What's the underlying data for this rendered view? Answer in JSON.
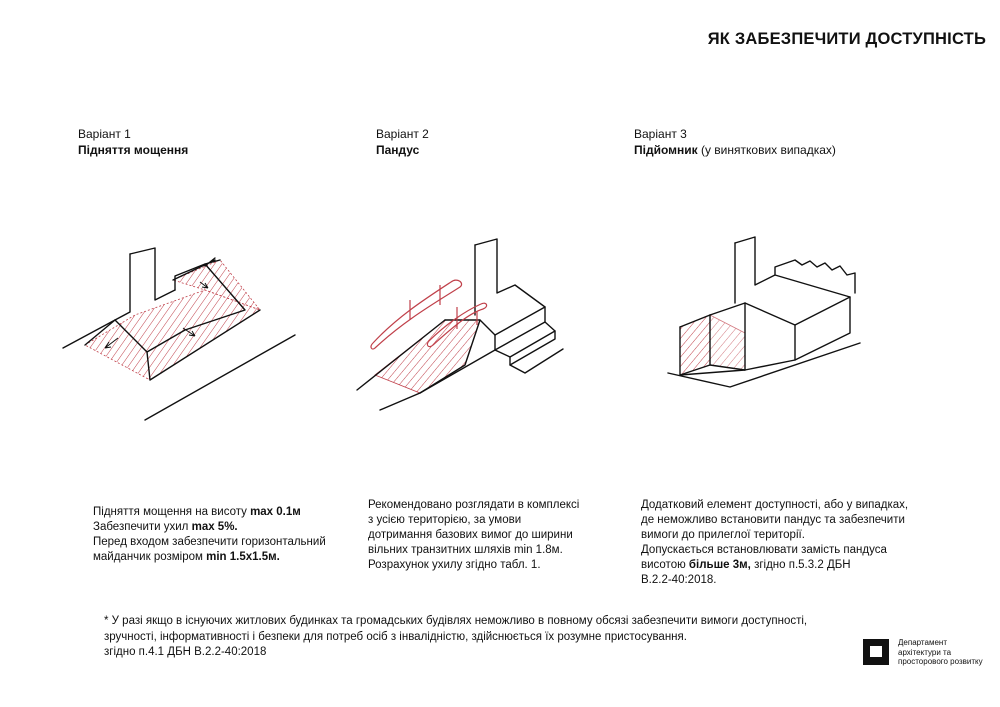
{
  "title": "ЯК ЗАБЕЗПЕЧИТИ ДОСТУПНІСТЬ",
  "variants": [
    {
      "number": "Варіант 1",
      "name": "Підняття мощення",
      "note": ""
    },
    {
      "number": "Варіант 2",
      "name": "Пандус",
      "note": ""
    },
    {
      "number": "Варіант 3",
      "name": "Підйомник",
      "note": " (у виняткових випадках)"
    }
  ],
  "desc1": {
    "l1_text": "Підняття мощення на висоту ",
    "l1_bold": "max 0.1м",
    "l2_text": "Забезпечити ухил  ",
    "l2_bold": "max 5%.",
    "l3_text": "Перед входом забезпечити горизонтальний",
    "l4_text": "майданчик розміром ",
    "l4_bold": "min 1.5x1.5м."
  },
  "desc2": {
    "l1": "Рекомендовано розглядати в комплексі",
    "l2": "з усією територією, за умови",
    "l3": "дотримання базових вимог до ширини",
    "l4": "вільних транзитних шляхів min 1.8м.",
    "l5": "Розрахунок ухилу згідно табл. 1."
  },
  "desc3": {
    "l1": "Додатковий елемент доступності, або у випадках,",
    "l2": "де неможливо встановити пандус та забезпечити",
    "l3": "вимоги до прилеглої території.",
    "l4": "Допускається встановлювати замість пандуса",
    "l5_text": "висотою ",
    "l5_bold": "більше 3м,",
    "l5_after": " згідно п.5.3.2 ДБН",
    "l6": "В.2.2-40:2018."
  },
  "footnote": {
    "l1": "* У разі якщо в існуючих житлових будинках та громадських будівлях неможливо в повному обсязі забезпечити вимоги доступності,",
    "l2": "зручності, інформативності і безпеки для потреб осіб з інвалідністю, здійснюється їх розумне пристосування.",
    "l3": "згідно п.4.1 ДБН В.2.2-40:2018"
  },
  "logo": {
    "line1": "Департамент",
    "line2": "архітектури та",
    "line3": "просторового розвитку"
  },
  "colors": {
    "hatch": "#c0404a",
    "ink": "#111111"
  }
}
